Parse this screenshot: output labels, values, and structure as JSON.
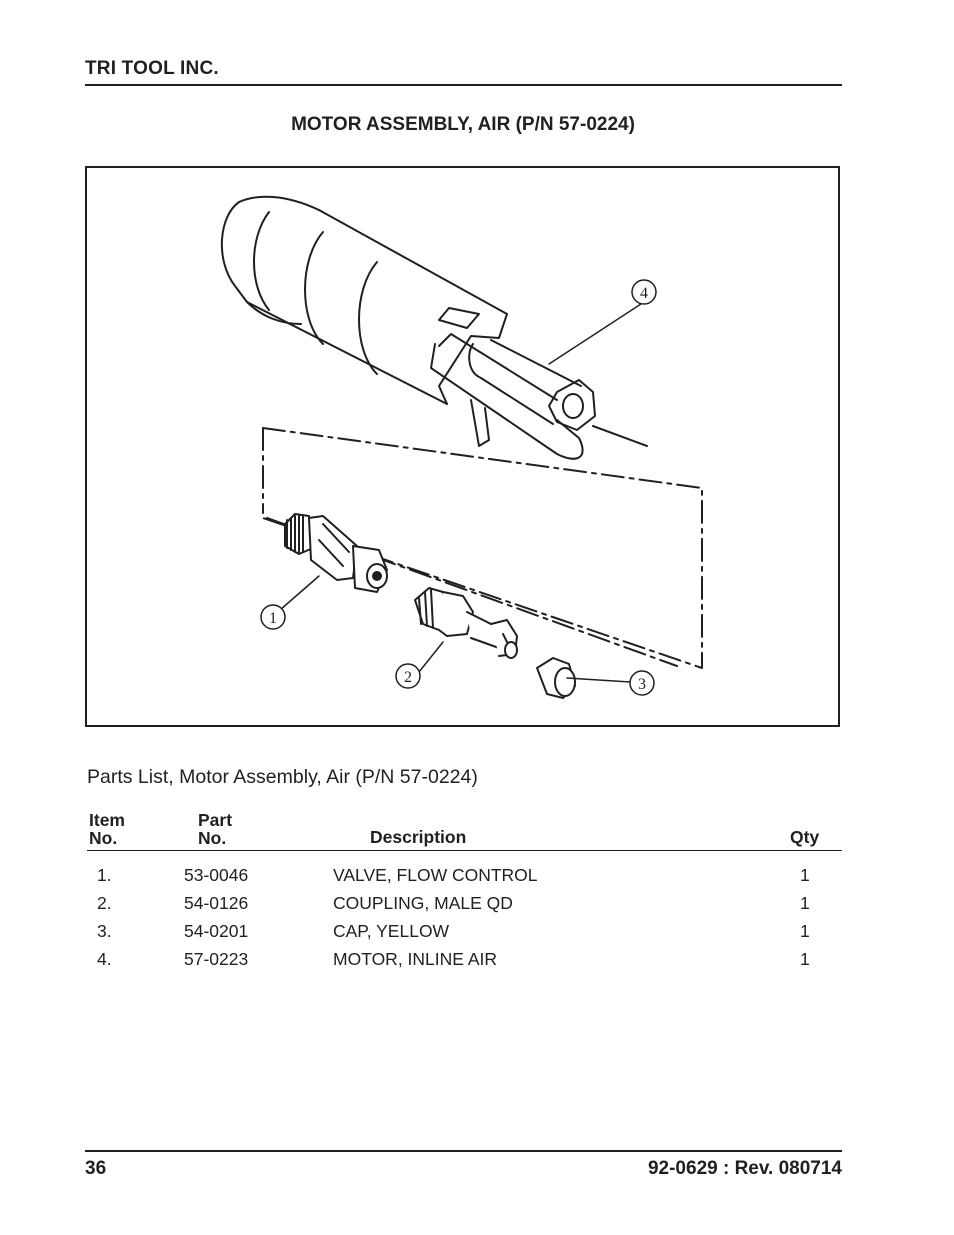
{
  "header": {
    "company": "TRI TOOL INC."
  },
  "title": "MOTOR ASSEMBLY, AIR (P/N 57-0224)",
  "figure": {
    "callouts": [
      "1",
      "2",
      "3",
      "4"
    ]
  },
  "parts_list": {
    "caption": "Parts List, Motor Assembly, Air (P/N 57-0224)",
    "headers": {
      "item_line1": "Item",
      "item_line2": "No.",
      "part_line1": "Part",
      "part_line2": "No.",
      "description": "Description",
      "qty": "Qty"
    },
    "rows": [
      {
        "item": "1.",
        "part": "53-0046",
        "description": "VALVE, FLOW CONTROL",
        "qty": "1"
      },
      {
        "item": "2.",
        "part": "54-0126",
        "description": "COUPLING, MALE QD",
        "qty": "1"
      },
      {
        "item": "3.",
        "part": "54-0201",
        "description": "CAP, YELLOW",
        "qty": "1"
      },
      {
        "item": "4.",
        "part": "57-0223",
        "description": "MOTOR, INLINE AIR",
        "qty": "1"
      }
    ]
  },
  "footer": {
    "page": "36",
    "revision": "92-0629 : Rev. 080714"
  }
}
